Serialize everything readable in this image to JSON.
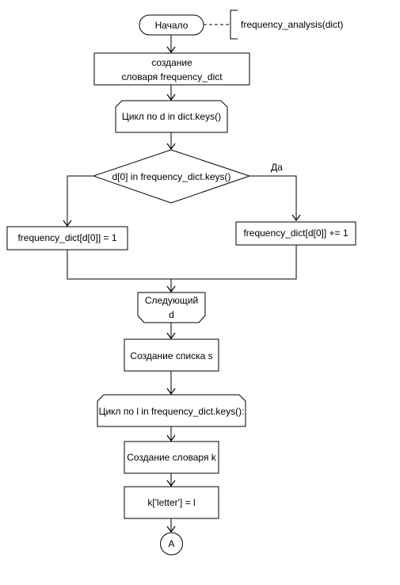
{
  "diagram": {
    "start_label": "Начало",
    "annotation": "frequency_analysis(dict)",
    "create_dict": [
      "создание",
      "словаря frequency_dict"
    ],
    "loop1_label": "Цикл по d in dict.keys()",
    "decision_label": "d[0] in frequency_dict.keys()",
    "yes_label": "Да",
    "assign_one": "frequency_dict[d[0]] = 1",
    "increment": "frequency_dict[d[0]] += 1",
    "loop1_end": [
      "Следующий",
      "d"
    ],
    "create_list": "Создание списка s",
    "loop2_label": "Цикл по l in frequency_dict.keys():",
    "create_k": "Создание словаря k",
    "assign_letter": "k['letter'] = l",
    "connector": "A"
  }
}
